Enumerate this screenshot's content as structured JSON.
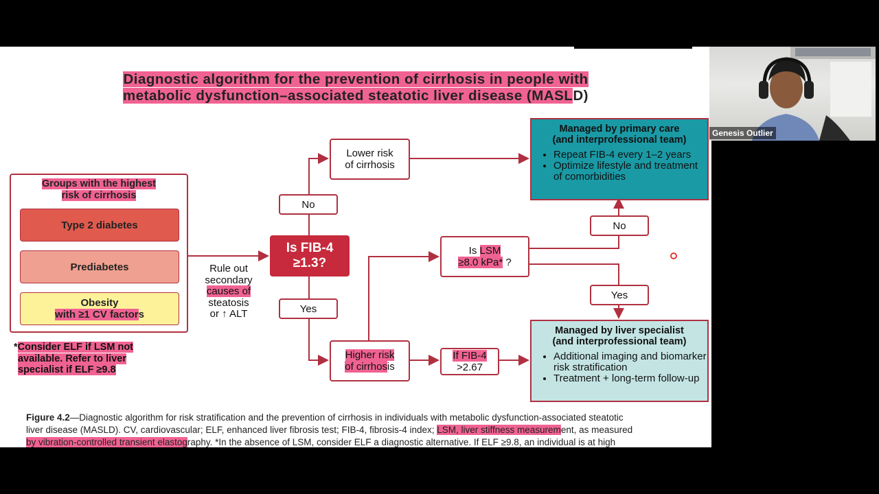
{
  "title": {
    "line1": "Diagnostic algorithm for the prevention of cirrhosis in people with",
    "line2_a": "metabolic dysfunction–associated steatotic liver disease (MASL",
    "line2_b": "D)"
  },
  "groups": {
    "title_line1": "Groups with the highest",
    "title_line2": "risk of cirrhosis",
    "items": [
      {
        "line1": "Type 2 diabetes",
        "line2": ""
      },
      {
        "line1": "Prediabetes",
        "line2": ""
      },
      {
        "line1": "Obesity",
        "line2_a": "with ≥1 CV factor",
        "line2_b": "s"
      }
    ],
    "colors": [
      "#e05a4e",
      "#f0a090",
      "#fdf29a"
    ]
  },
  "rule_out": {
    "line1": "Rule out",
    "line2": "secondary",
    "line3": "causes of",
    "line4": "steatosis",
    "line5": "or ↑ ALT"
  },
  "fib4": {
    "line1": "Is FIB-4",
    "line2": "≥1.3?"
  },
  "decisions": {
    "no": "No",
    "yes": "Yes"
  },
  "lower_risk": {
    "line1": "Lower risk",
    "line2": "of cirrhosis"
  },
  "higher_risk": {
    "line1": "Higher risk",
    "line2_a": "of  cirrhos",
    "line2_b": "is"
  },
  "lsm": {
    "line1_a": "Is ",
    "line1_b": "LSM",
    "line2_a": "≥8.0 kPa*",
    "line2_b": " ?"
  },
  "lsm_no": "No",
  "lsm_yes": "Yes",
  "if_fib4": {
    "line1": "If FIB-4",
    "line2": ">2.67"
  },
  "primary_care": {
    "header_line1": "Managed by primary care",
    "header_line2": "(and interprofessional team)",
    "bullets": [
      "Repeat FIB-4 every 1–2 years",
      "Optimize lifestyle and treatment of comorbidities"
    ],
    "color": "#1a9aa5"
  },
  "specialist": {
    "header_line1": "Managed by liver specialist",
    "header_line2": "(and interprofessional team)",
    "bullets": [
      "Additional imaging and biomarker risk stratification",
      "Treatment + long-term follow-up"
    ],
    "color": "#c4e4e4"
  },
  "footnote": {
    "line1": "Consider ELF if LSM not",
    "line2": "available. Refer to liver",
    "line3": "specialist if ELF ≥9.8",
    "star": "*"
  },
  "caption": {
    "figure": "Figure 4.2",
    "line1": "—Diagnostic algorithm for risk stratification and the prevention of cirrhosis in individuals with metabolic dysfunction-associated steatotic",
    "line2_a": "liver disease (MASLD). CV, cardiovascular; ELF, enhanced liver fibrosis test; FIB-4, fibrosis-4 index; ",
    "line2_b": "LSM, liver stiffness measurem",
    "line2_c": "ent, as measured",
    "line3_a": "by vibration-controlled transient elastog",
    "line3_b": "raphy. *In the absence of LSM, consider ELF a diagnostic alternative. If ELF ≥9.8, an individual is at high"
  },
  "webcam": {
    "name": "Genesis Outlier"
  },
  "colors": {
    "accent": "#b03040",
    "fib4": "#c62a3c",
    "highlight": "#f06292"
  }
}
